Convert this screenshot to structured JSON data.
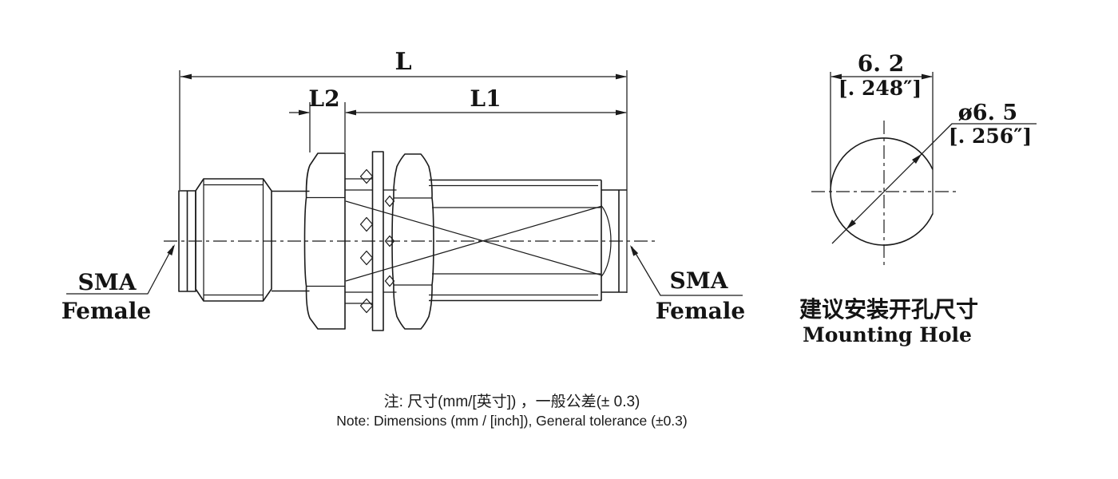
{
  "side_view": {
    "dim_overall": "L",
    "dim_l1": "L1",
    "dim_l2": "L2",
    "left_port": {
      "line1": "SMA",
      "line2": "Female"
    },
    "right_port": {
      "line1": "SMA",
      "line2": "Female"
    }
  },
  "mounting_hole": {
    "width_mm": "6. 2",
    "width_inch": "[. 248″]",
    "diameter_mm": "ø6. 5",
    "diameter_inch": "[. 256″]",
    "caption_zh": "建议安装开孔尺寸",
    "caption_en": "Mounting Hole"
  },
  "notes": {
    "zh": "注: 尺寸(mm/[英寸]) ，一般公差(± 0.3)",
    "en": "Note: Dimensions (mm / [inch]), General tolerance (±0.3)"
  },
  "colors": {
    "line": "#1b1b1b",
    "background": "#ffffff"
  }
}
